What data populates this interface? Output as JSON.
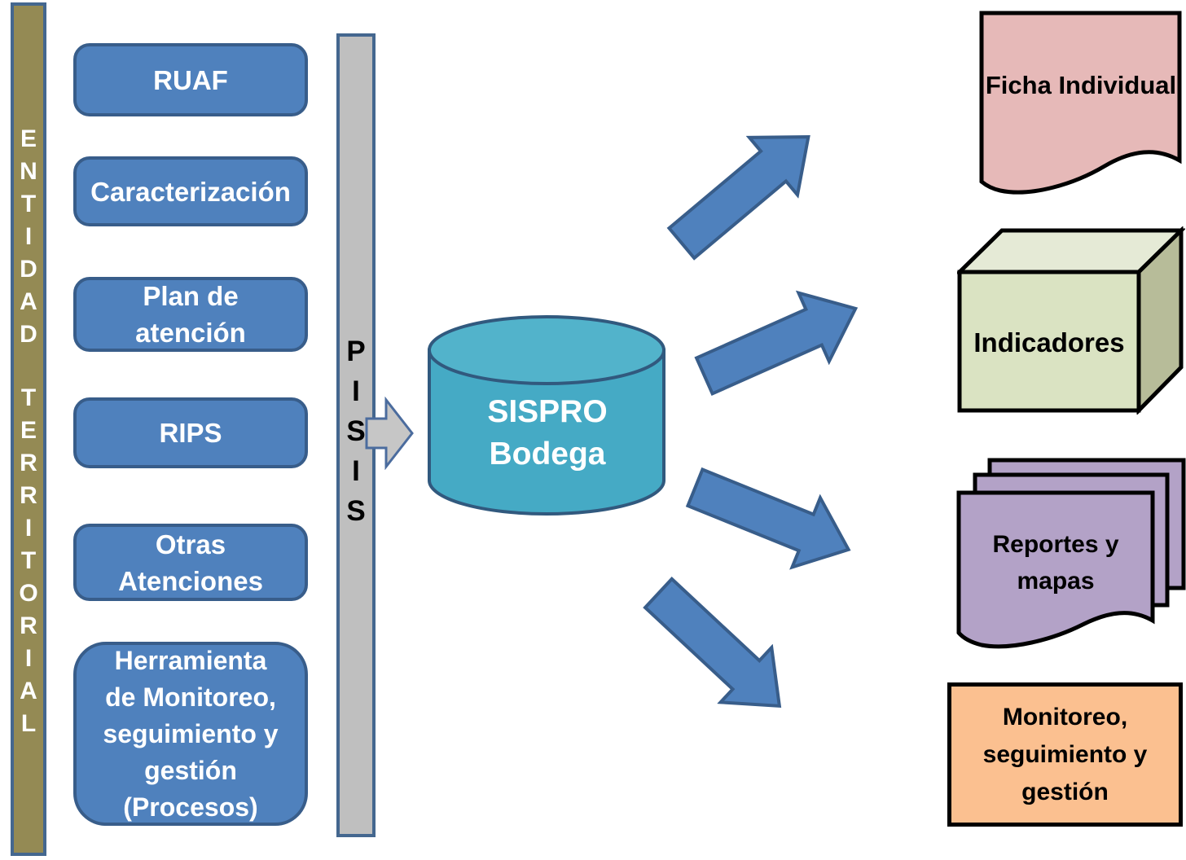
{
  "entity_bar": {
    "text": "ENTIDAD TERRITORIAL",
    "word1": "ENTIDAD",
    "word2": "TERRITORIAL",
    "fill": "#948A54",
    "border": "#44678F"
  },
  "inputs": [
    {
      "label": "RUAF",
      "lines": [
        "RUAF"
      ]
    },
    {
      "label": "Caracterización",
      "lines": [
        "Caracterización"
      ]
    },
    {
      "label": "Plan de atención",
      "lines": [
        "Plan de",
        "atención"
      ]
    },
    {
      "label": "RIPS",
      "lines": [
        "RIPS"
      ]
    },
    {
      "label": "Otras Atenciones",
      "lines": [
        "Otras",
        "Atenciones"
      ]
    },
    {
      "label": "Herramienta de Monitoreo, seguimiento y gestión (Procesos)",
      "lines": [
        "Herramienta",
        "de Monitoreo,",
        "seguimiento y",
        "gestión",
        "(Procesos)"
      ]
    }
  ],
  "pisis": {
    "label": "PISIS",
    "fill": "#BFBFBF",
    "border": "#44678F"
  },
  "warehouse": {
    "label": "SISPRO Bodega",
    "lines": [
      "SISPRO",
      "Bodega"
    ],
    "fill": "#45AAC5",
    "top_fill": "#52B3CB",
    "border": "#31597E"
  },
  "outputs": [
    {
      "label": "Ficha Individual",
      "shape": "document",
      "fill": "#E6B9B8",
      "lines": [
        "Ficha Individual"
      ]
    },
    {
      "label": "Indicadores",
      "shape": "cube",
      "fill": "#DAE3C2",
      "fill_top": "#E5EAD6",
      "fill_side": "#B7BC99",
      "lines": [
        "Indicadores"
      ]
    },
    {
      "label": "Reportes y mapas",
      "shape": "stacked-documents",
      "fill": "#B3A2C7",
      "lines": [
        "Reportes y",
        "mapas"
      ]
    },
    {
      "label": "Monitoreo, seguimiento y gestión",
      "shape": "rectangle",
      "fill": "#FBC090",
      "lines": [
        "Monitoreo,",
        "seguimiento y",
        "gestión"
      ]
    }
  ],
  "colors": {
    "input_fill": "#4F81BD",
    "input_border": "#385D8A",
    "arrow_fill": "#4F81BD",
    "arrow_border": "#385D8A",
    "feed_arrow_fill": "#C6C6C6",
    "feed_arrow_border": "#4B6C9E",
    "shape_outline": "#000000",
    "text_light": "#FFFFFF",
    "text_dark": "#000000"
  }
}
